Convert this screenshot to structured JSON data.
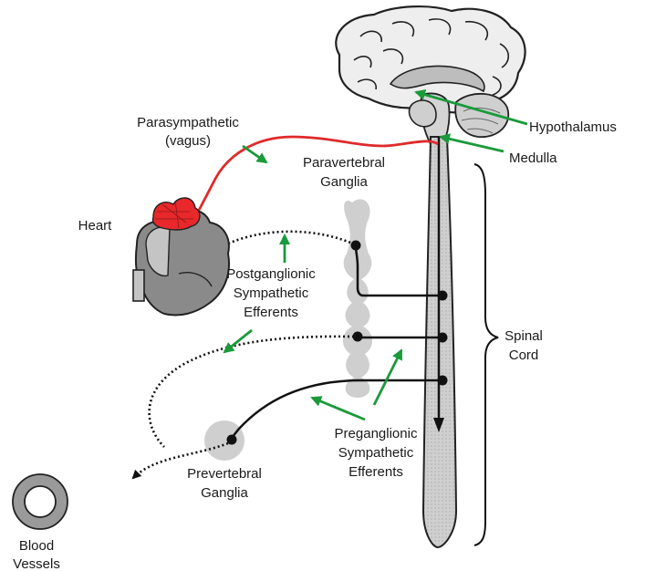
{
  "labels": {
    "parasympathetic_line1": "Parasympathetic",
    "parasympathetic_line2": "(vagus)",
    "hypothalamus": "Hypothalamus",
    "medulla": "Medulla",
    "paravertebral_line1": "Paravertebral",
    "paravertebral_line2": "Ganglia",
    "heart": "Heart",
    "postganglionic_line1": "Postganglionic",
    "postganglionic_line2": "Sympathetic",
    "postganglionic_line3": "Efferents",
    "spinal_line1": "Spinal",
    "spinal_line2": "Cord",
    "preganglionic_line1": "Preganglionic",
    "preganglionic_line2": "Sympathetic",
    "preganglionic_line3": "Efferents",
    "prevertebral_line1": "Prevertebral",
    "prevertebral_line2": "Ganglia",
    "blood_line1": "Blood",
    "blood_line2": "Vessels"
  },
  "colors": {
    "parasympathetic_red": "#e02a2a",
    "pointer_green": "#1a9a3a",
    "tissue_gray": "#c8c8c8",
    "outline": "#222222",
    "heart_red": "#e8282a"
  }
}
